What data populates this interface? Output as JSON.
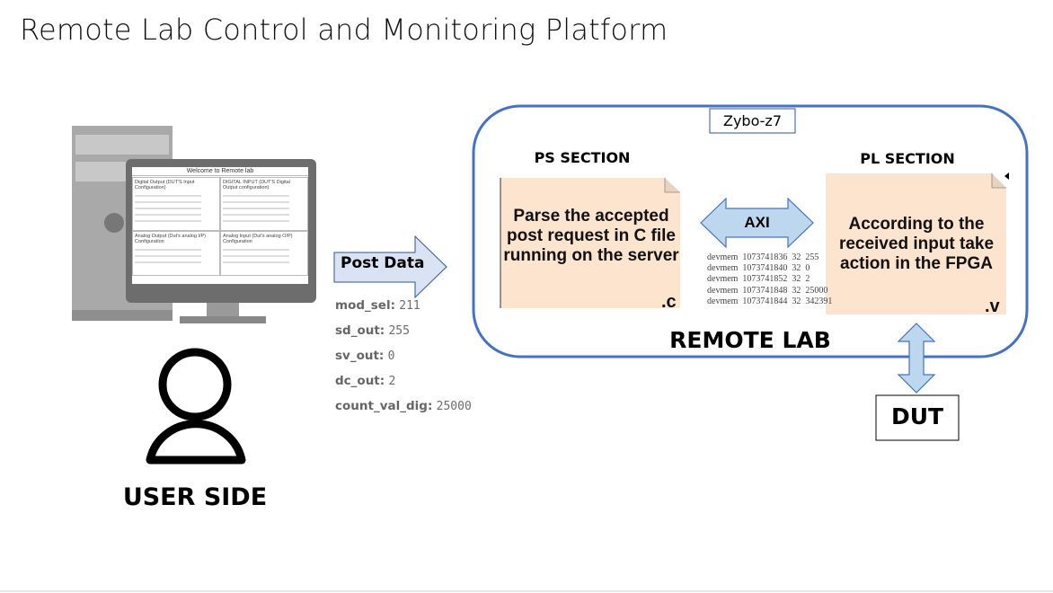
{
  "title": "Remote Lab Control and Monitoring Platform",
  "user_side": {
    "label": "USER SIDE",
    "icons": [
      "desktop-computer-icon",
      "user-icon"
    ],
    "screen": {
      "title": "Welcome to Remote lab",
      "sections": [
        "Digital Output (DUT'S Input Configuration)",
        "DIGITAL INPUT (DUT'S Digital Output configuration)",
        "Analog Output (Dut's analog I/P) Configuration",
        "Analog Input (Dut's analog O/P) Configuration"
      ]
    }
  },
  "post_arrow": {
    "label": "Post Data"
  },
  "post_values": [
    {
      "key": "mod_sel:",
      "value": "211"
    },
    {
      "key": "sd_out:",
      "value": "255"
    },
    {
      "key": "sv_out:",
      "value": "0"
    },
    {
      "key": "dc_out:",
      "value": "2"
    },
    {
      "key": "count_val_dig:",
      "value": "25000"
    }
  ],
  "remote_lab": {
    "label": "REMOTE LAB",
    "board": "Zybo-z7",
    "border_color": "#4472C4",
    "ps": {
      "heading": "PS SECTION",
      "text": "Parse the accepted post request in C file running on the server",
      "ext": ".c"
    },
    "pl": {
      "heading": "PL SECTION",
      "text": "According to the received input take action in the FPGA",
      "ext": ".v"
    },
    "note_color": "#FCE4CE",
    "axi": {
      "label": "AXI",
      "fill": "#BDD7EE"
    },
    "devmem": [
      "devmem  1073741836  32  255",
      "devmem  1073741840  32  0",
      "devmem  1073741852  32  2",
      "devmem  1073741848  32  25000",
      "devmem  1073741844  32  342391"
    ]
  },
  "dut": {
    "label": "DUT"
  }
}
